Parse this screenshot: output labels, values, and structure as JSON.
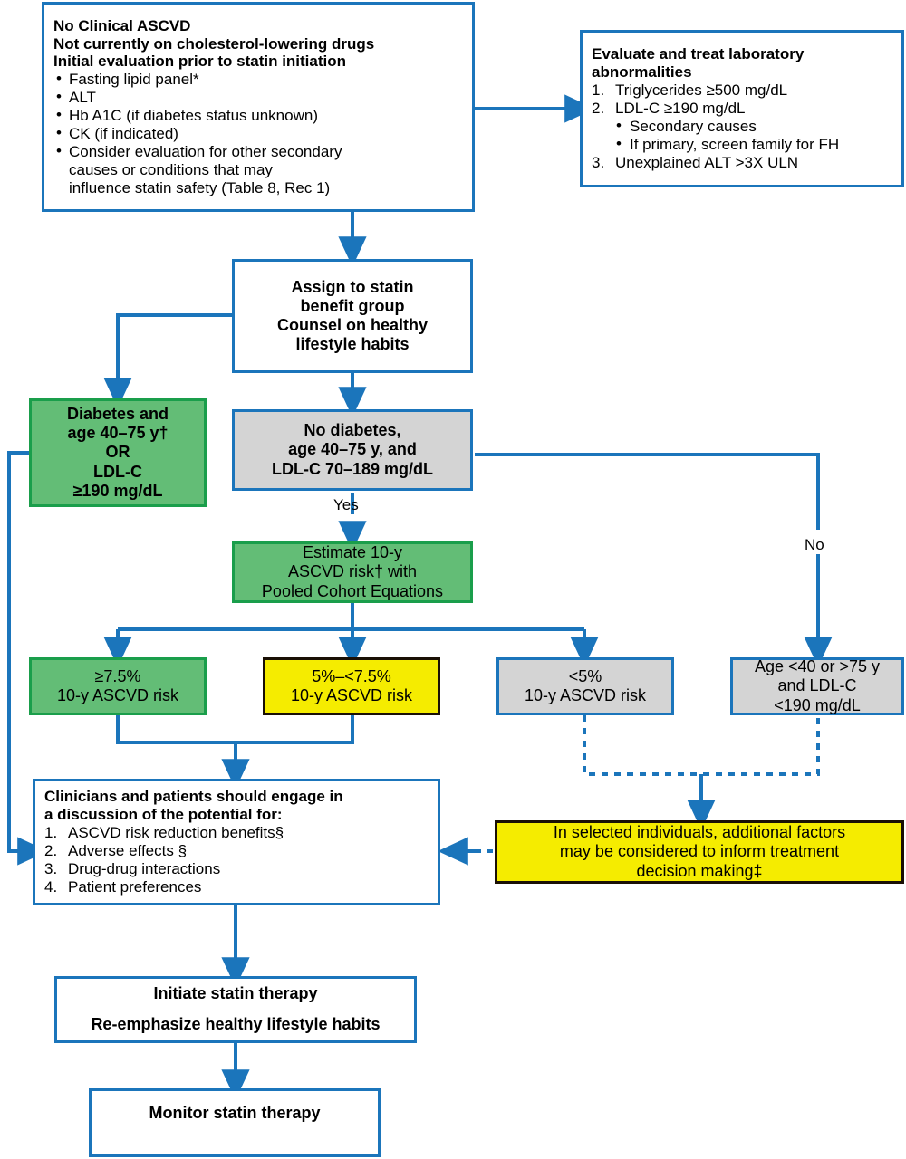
{
  "figure": {
    "type": "clinical-decision-flowchart",
    "palette": {
      "arrow_blue": "#1b75bb",
      "box_blue_border": "#1b75bb",
      "green_fill": "#63bd76",
      "green_border": "#1a9e4b",
      "gray_fill": "#d4d4d4",
      "yellow_fill": "#f5ec00",
      "black_border": "#1a1005",
      "white_fill": "#ffffff"
    }
  },
  "nodes": {
    "initial_evaluation": {
      "heading_lines": [
        "No Clinical ASCVD",
        "Not currently on cholesterol-lowering drugs",
        "Initial evaluation prior to statin initiation"
      ],
      "bullets": [
        "Fasting lipid panel*",
        "ALT",
        "Hb A1C (if diabetes status unknown)",
        "CK (if indicated)",
        "Consider evaluation for other secondary"
      ],
      "bullet_continuations": [
        "causes or conditions that may",
        "influence statin safety (Table 8, Rec 1)"
      ]
    },
    "evaluate_lab": {
      "heading_lines": [
        "Evaluate and treat laboratory",
        "abnormalities"
      ],
      "items": [
        {
          "n": "1.",
          "text": "Triglycerides ≥500 mg/dL",
          "subitems": []
        },
        {
          "n": "2.",
          "text": "LDL-C ≥190 mg/dL",
          "subitems": [
            "Secondary causes",
            "If primary, screen family for FH"
          ]
        },
        {
          "n": "3.",
          "text": "Unexplained ALT >3X ULN",
          "subitems": []
        }
      ]
    },
    "assign_group": {
      "lines": [
        "Assign to statin",
        "benefit group",
        "Counsel on healthy",
        "lifestyle habits"
      ]
    },
    "diabetes_or_ldl": {
      "lines": [
        "Diabetes and",
        "age 40–75 y†",
        "OR",
        "LDL-C",
        "≥190 mg/dL"
      ]
    },
    "no_diabetes": {
      "lines": [
        "No diabetes,",
        "age 40–75 y, and",
        "LDL-C 70–189 mg/dL"
      ]
    },
    "estimate_risk": {
      "lines": [
        "Estimate 10-y",
        "ASCVD risk† with",
        "Pooled Cohort Equations"
      ]
    },
    "risk_high": {
      "lines": [
        "≥7.5%",
        "10-y ASCVD risk"
      ]
    },
    "risk_mid": {
      "lines": [
        "5%–<7.5%",
        "10-y ASCVD risk"
      ]
    },
    "risk_low": {
      "lines": [
        "<5%",
        "10-y ASCVD risk"
      ]
    },
    "age_out_of_range": {
      "lines": [
        "Age <40 or >75 y",
        "and LDL-C",
        "<190 mg/dL"
      ]
    },
    "discussion": {
      "heading_lines": [
        "Clinicians and patients should engage in",
        "a discussion of the potential for:"
      ],
      "items": [
        {
          "n": "1.",
          "text": "ASCVD risk reduction benefits§"
        },
        {
          "n": "2.",
          "text": "Adverse effects §"
        },
        {
          "n": "3.",
          "text": "Drug-drug interactions"
        },
        {
          "n": "4.",
          "text": "Patient preferences"
        }
      ]
    },
    "additional_factors": {
      "lines": [
        "In selected individuals, additional factors",
        "may be considered to inform treatment",
        "decision making‡"
      ]
    },
    "initiate_statin": {
      "lines": [
        "Initiate statin therapy",
        "Re-emphasize healthy lifestyle habits"
      ]
    },
    "monitor_statin": {
      "lines": [
        "Monitor statin therapy"
      ]
    }
  },
  "edge_labels": {
    "yes": "Yes",
    "no": "No"
  }
}
